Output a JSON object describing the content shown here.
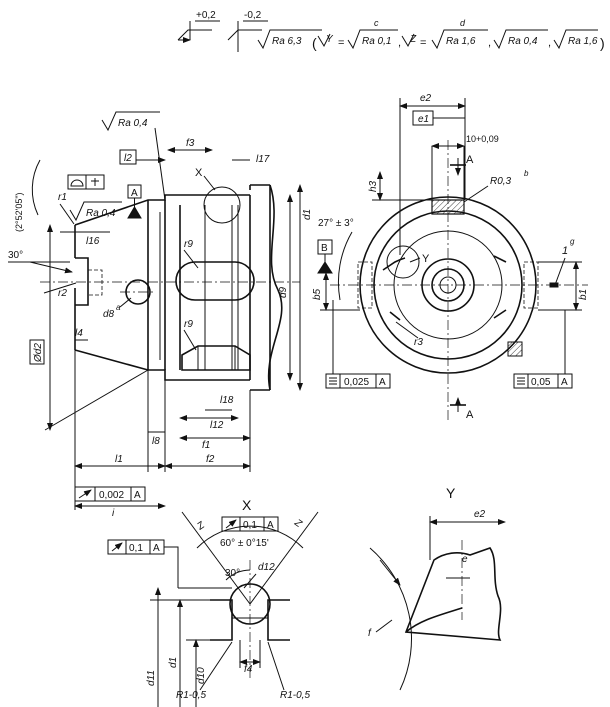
{
  "header": {
    "tol_upper": "+0,2",
    "tol_lower": "-0,2",
    "rough_general": "Ra 6,3",
    "rough_y_label": "Y",
    "rough_y_letter": "c",
    "rough_y_value": "Ra 0,1",
    "rough_z_label": "Z",
    "rough_z_letter": "d",
    "rough_z_v1": "Ra 1,6",
    "rough_z_v2": "Ra 0,4",
    "rough_z_v3": "Ra 1,6",
    "eq": "=",
    "comma": ",",
    "paren_open": "(",
    "paren_close": ")"
  },
  "side_view": {
    "ra04_top": "Ra 0,4",
    "ra04_left": "Ra 0,4",
    "l2": "l2",
    "f3": "f3",
    "x_label": "X",
    "l17": "l17",
    "angle": "(2°52'05\")",
    "r1": "r1",
    "datum_a": "A",
    "l16": "l16",
    "angle30": "30°",
    "r2": "r2",
    "r9_top": "r9",
    "r9_bot": "r9",
    "d8": "d8",
    "d8_sup": "a",
    "l4": "l4",
    "d2": "Ød2",
    "d9": "d9",
    "d1": "d1",
    "l18": "l18",
    "l12": "l12",
    "f1": "f1",
    "l8": "l8",
    "l1": "l1",
    "f2": "f2",
    "runout_value": "0,002",
    "runout_datum": "A",
    "i_label": "i"
  },
  "front_view": {
    "e2": "e2",
    "e1": "e1",
    "tol_10": "10+0,09",
    "a_top": "A",
    "h3": "h3",
    "r03": "R0,3",
    "r03_sup": "b",
    "angle27": "27° ± 3°",
    "y_label": "Y",
    "one_g": "1",
    "g_sup": "g",
    "datum_b": "B",
    "b5": "b5",
    "b1": "b1",
    "r3": "r3",
    "flat_left_value": "0,025",
    "flat_left_datum": "A",
    "flat_right_value": "0,05",
    "flat_right_datum": "A",
    "a_bottom": "A"
  },
  "detail_x": {
    "title": "X",
    "z_left": "Z",
    "z_right": "Z",
    "runout_top_value": "0,1",
    "runout_top_datum": "A",
    "runout_left_value": "0,1",
    "runout_left_datum": "A",
    "angle60": "60° ± 0°15'",
    "angle30": "30°",
    "d12": "d12",
    "d11": "d11",
    "d1": "d1",
    "d10": "d10",
    "f4": "f4",
    "r1_left": "R1-0,5",
    "r1_right": "R1-0,5"
  },
  "detail_y": {
    "title": "Y",
    "e2": "e2",
    "e": "e",
    "f": "f"
  }
}
